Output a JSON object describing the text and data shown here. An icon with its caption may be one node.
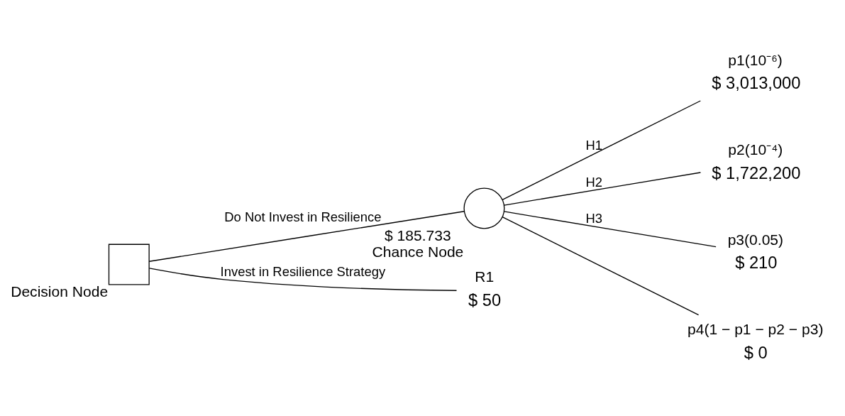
{
  "diagram": {
    "nodes": [
      {
        "text": [],
        "shape": "box",
        "beside": [
          "Decision Node"
        ]
      },
      {
        "text": [],
        "shape": "circle",
        "beside": [
          "$ 185.733",
          "Chance Node"
        ]
      },
      {
        "text": [
          "$ 3,013,000"
        ],
        "beside": [
          "p1(10⁻⁶)"
        ]
      },
      {
        "text": [
          "$ 1,722,200"
        ],
        "beside": [
          "p2(10⁻⁴)"
        ]
      },
      {
        "text": [
          "$ 210"
        ],
        "beside": [
          "p3(0.05)"
        ]
      },
      {
        "text": [
          "$ 0"
        ],
        "beside": [
          "p4(1 − p1 − p2 − p3)"
        ]
      },
      {
        "text": [
          "$ 50"
        ],
        "beside": [
          "R1"
        ]
      }
    ],
    "edges": [
      {
        "from": 0,
        "to": 1,
        "arrow": "none",
        "label": "Do Not Invest in Resilience"
      },
      {
        "from": 1,
        "to": 2,
        "arrow": "none",
        "label": "H1"
      },
      {
        "from": 1,
        "to": 3,
        "arrow": "none",
        "label": "H2"
      },
      {
        "from": 1,
        "to": 4,
        "arrow": "none",
        "label": "H3"
      },
      {
        "from": 1,
        "to": 5,
        "arrow": "none"
      },
      {
        "from": 0,
        "to": 6,
        "arrow": "none",
        "label": "Invest in Resilience Strategy"
      }
    ]
  }
}
